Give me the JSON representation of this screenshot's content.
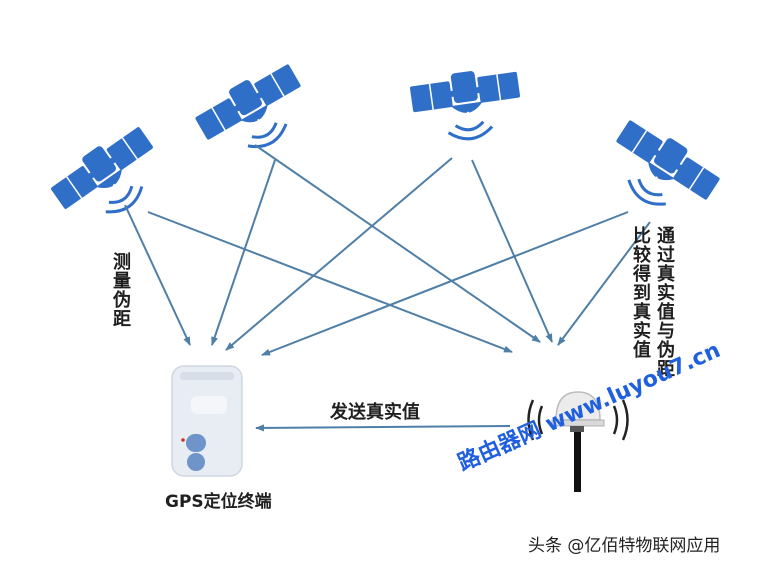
{
  "labels": {
    "measure_pseudorange": "测量伪距",
    "compare_text": "通过真实值与伪距比较得到真实值",
    "send_true_value": "发送真实值",
    "gps_terminal": "GPS定位终端"
  },
  "watermark": "路由器网 www.luyou7.cn",
  "source_credit": "头条 @亿佰特物联网应用",
  "colors": {
    "satellite": "#2f6fc7",
    "arrow": "#4f7fa6",
    "device": "#e8edf4"
  }
}
